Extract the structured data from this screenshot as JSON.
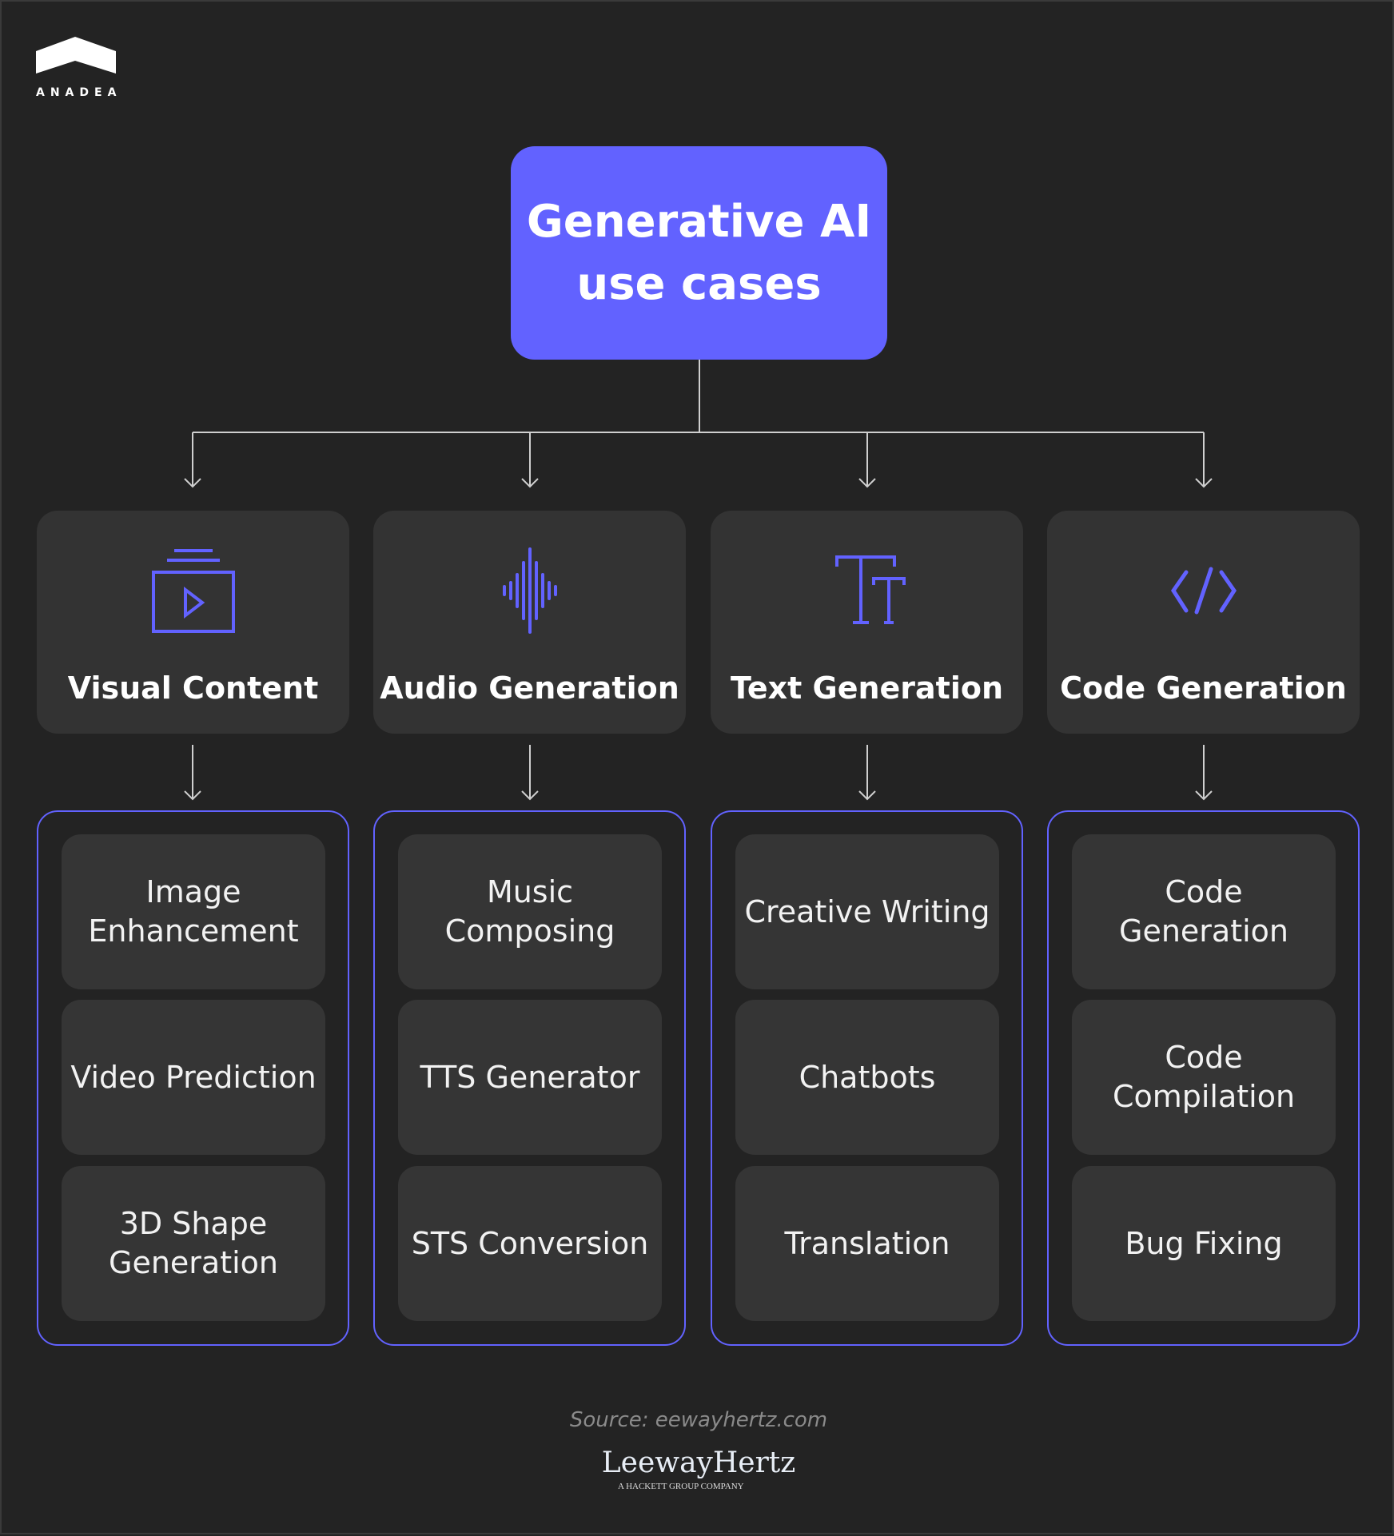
{
  "logo": {
    "text": "ANADEA"
  },
  "title": {
    "line1": "Generative AI",
    "line2": "use cases"
  },
  "accent_color": "#6262ff",
  "categories": [
    {
      "label": "Visual Content",
      "icon": "video-play-icon",
      "items": [
        "Image Enhancement",
        "Video Prediction",
        "3D Shape Generation"
      ]
    },
    {
      "label": "Audio Generation",
      "icon": "sound-wave-icon",
      "items": [
        "Music Composing",
        "TTS Generator",
        "STS Conversion"
      ]
    },
    {
      "label": "Text Generation",
      "icon": "text-size-icon",
      "items": [
        "Creative Writing",
        "Chatbots",
        "Translation"
      ]
    },
    {
      "label": "Code Generation",
      "icon": "code-icon",
      "items": [
        "Code Generation",
        "Code Compilation",
        "Bug Fixing"
      ]
    }
  ],
  "footer": {
    "source": "Source: eewayhertz.com",
    "brand": "LeewayHertz",
    "brand_sub": "A HACKETT GROUP COMPANY"
  }
}
